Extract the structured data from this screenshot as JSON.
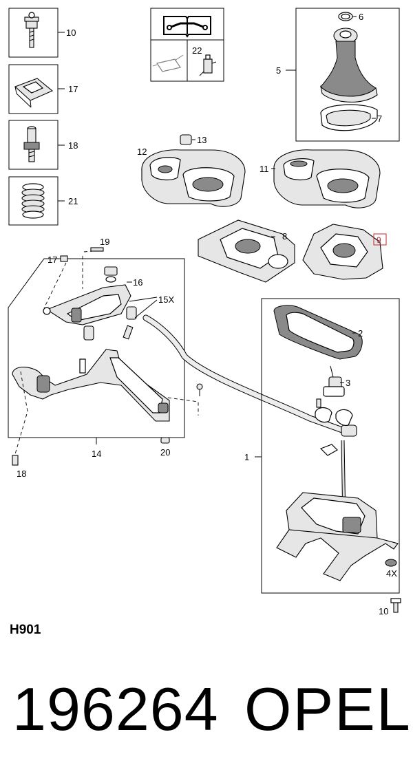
{
  "diagram_code": "H901",
  "part_number": "196264",
  "brand": "OPEL",
  "callouts": {
    "c1": "1",
    "c2": "2",
    "c3": "3",
    "c5": "5",
    "c6": "6",
    "c7": "7",
    "c8": "8",
    "c9": "9",
    "c10a": "10",
    "c10b": "10",
    "c11": "11",
    "c12": "12",
    "c13": "13",
    "c14": "14",
    "c15": "15X",
    "c16": "16",
    "c17a": "17",
    "c17b": "17",
    "c18a": "18",
    "c18b": "18",
    "c19": "19",
    "c20": "20",
    "c21": "21",
    "c22": "22",
    "c4x": "4X"
  },
  "highlight_color": "#c0282f"
}
